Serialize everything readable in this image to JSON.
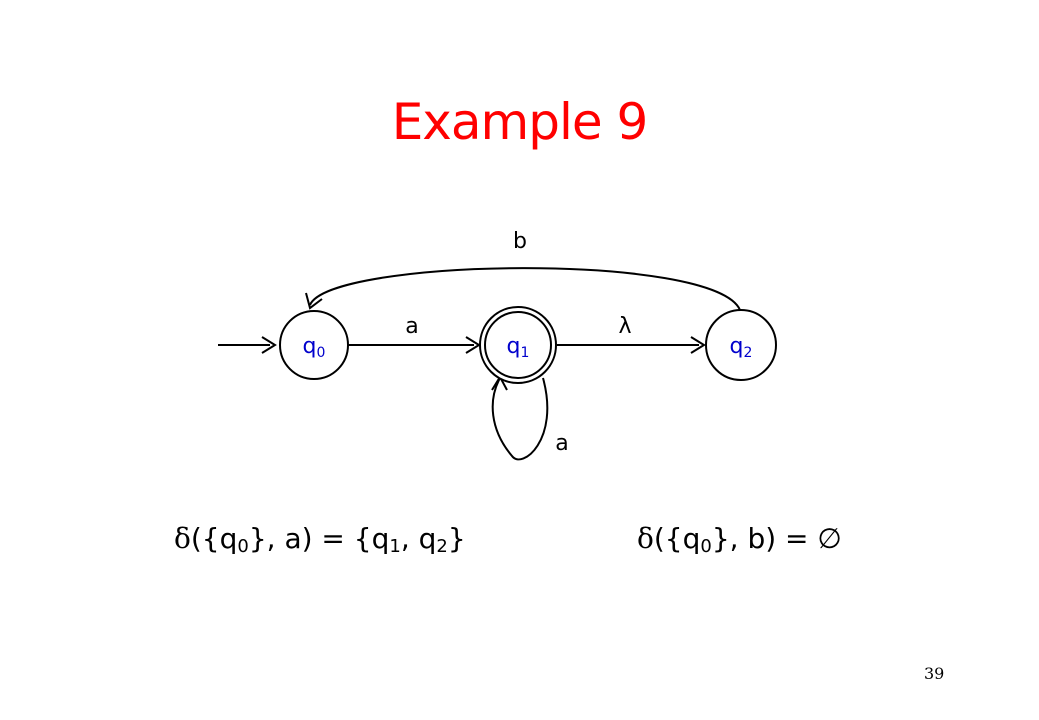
{
  "slide": {
    "title": "Example 9",
    "page_number": "39"
  },
  "colors": {
    "title": "#ff0000",
    "state_label": "#0000cc",
    "stroke": "#000000"
  },
  "states": [
    {
      "id": "q0",
      "base": "q",
      "sub": "0",
      "accepting": false,
      "initial": true
    },
    {
      "id": "q1",
      "base": "q",
      "sub": "1",
      "accepting": true,
      "initial": false
    },
    {
      "id": "q2",
      "base": "q",
      "sub": "2",
      "accepting": false,
      "initial": false
    }
  ],
  "transitions": [
    {
      "from": "q0",
      "to": "q1",
      "label": "a"
    },
    {
      "from": "q1",
      "to": "q2",
      "label": "λ"
    },
    {
      "from": "q2",
      "to": "q0",
      "label": "b"
    },
    {
      "from": "q1",
      "to": "q1",
      "label": "a"
    }
  ],
  "formulas": [
    {
      "delta": "δ",
      "open": "({q",
      "sub1": "0",
      "mid": "}, a) = {q",
      "sub2": "1",
      "sep": ", q",
      "sub3": "2",
      "close": "}"
    },
    {
      "delta": "δ",
      "open": "({q",
      "sub1": "0",
      "mid": "}, b) = ",
      "empty": "∅"
    }
  ]
}
